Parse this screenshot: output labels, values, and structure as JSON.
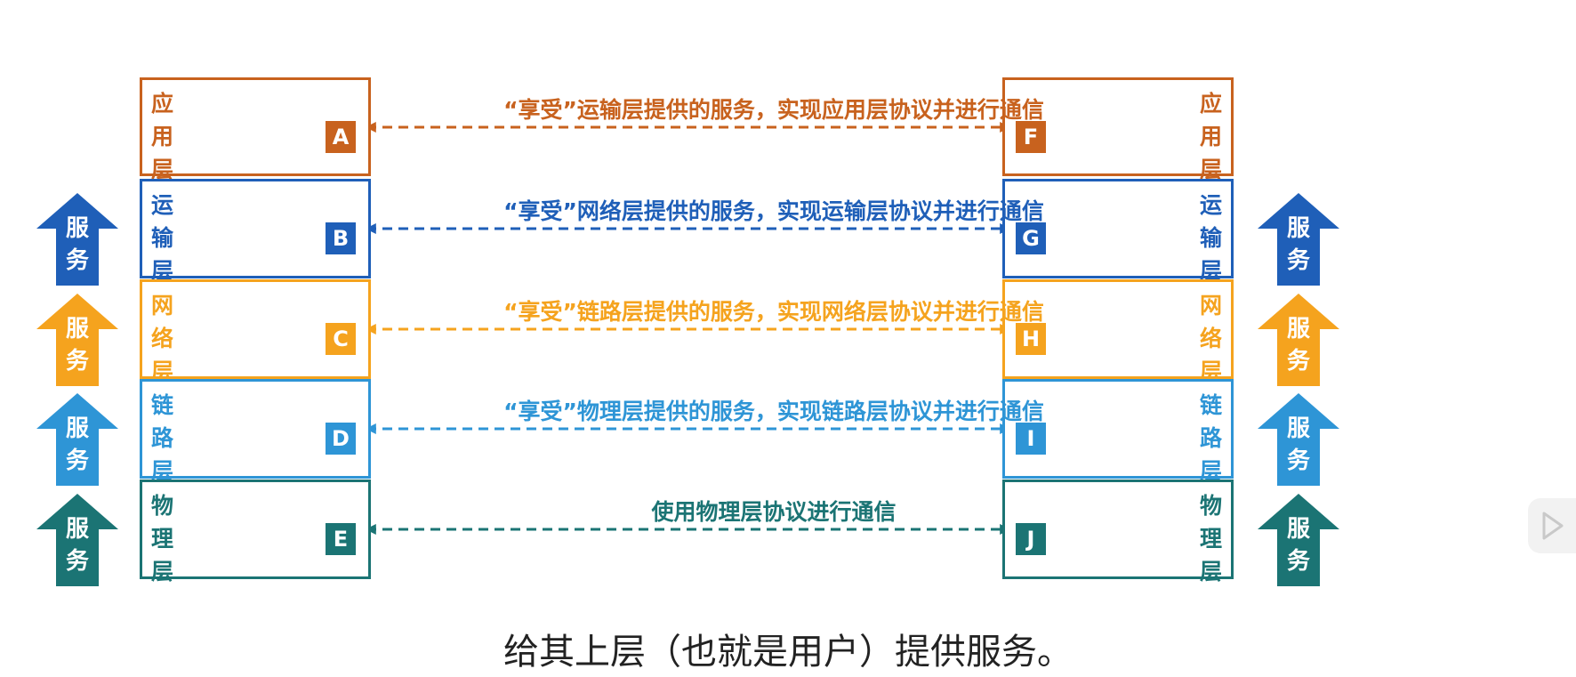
{
  "colors": {
    "application": "#c8621e",
    "transport": "#1f5fb8",
    "network": "#f5a31e",
    "link": "#2e95d6",
    "physical": "#1b7474"
  },
  "layers": [
    {
      "key": "application",
      "name": "应\n用\n层",
      "left_letter": "A",
      "right_letter": "F",
      "caption": "“享受”运输层提供的服务，实现应用层协议并进行通信",
      "service": ""
    },
    {
      "key": "transport",
      "name": "运\n输\n层",
      "left_letter": "B",
      "right_letter": "G",
      "caption": "“享受”网络层提供的服务，实现运输层协议并进行通信",
      "service": "服\n务"
    },
    {
      "key": "network",
      "name": "网\n络\n层",
      "left_letter": "C",
      "right_letter": "H",
      "caption": "“享受”链路层提供的服务，实现网络层协议并进行通信",
      "service": "服\n务"
    },
    {
      "key": "link",
      "name": "链\n路\n层",
      "left_letter": "D",
      "right_letter": "I",
      "caption": "“享受”物理层提供的服务，实现链路层协议并进行通信",
      "service": "服\n务"
    },
    {
      "key": "physical",
      "name": "物\n理\n层",
      "left_letter": "E",
      "right_letter": "J",
      "caption": "使用物理层协议进行通信",
      "service": "服\n务"
    }
  ],
  "subtitle": "给其上层（也就是用户）提供服务。",
  "icons": {
    "play": "play-icon"
  }
}
